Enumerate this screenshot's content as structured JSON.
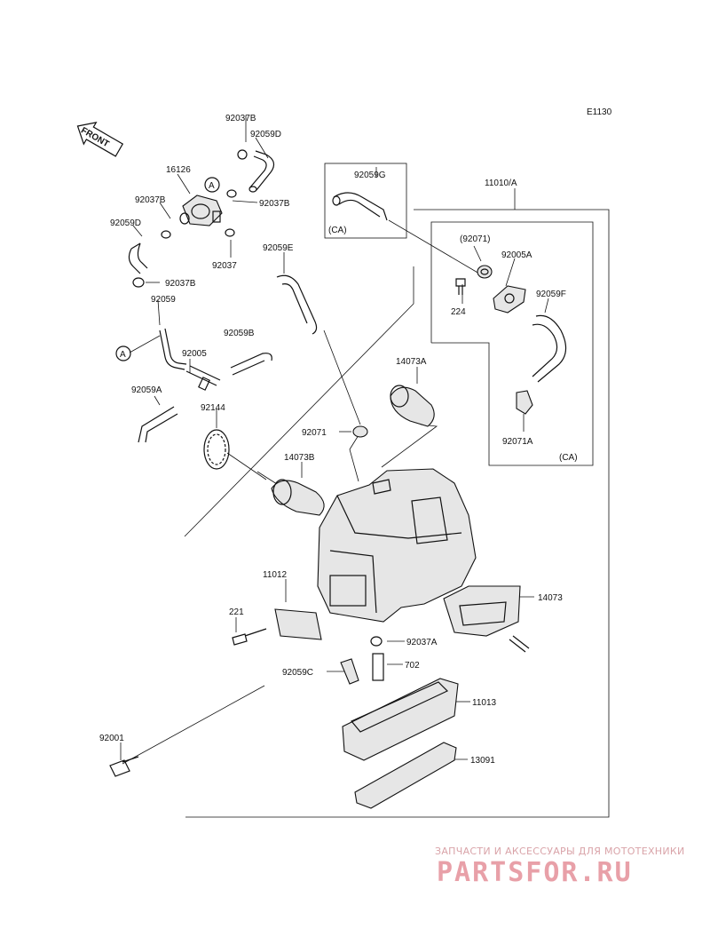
{
  "diagram_code": "E1130",
  "front_arrow": "FRONT",
  "labels": {
    "l_92037B_top": "92037B",
    "l_92059D_top": "92059D",
    "l_16126": "16126",
    "l_A_callout_top": "A",
    "l_92037B_left": "92037B",
    "l_92037B_right": "92037B",
    "l_92059D_left": "92059D",
    "l_92037": "92037",
    "l_92037B_mid": "92037B",
    "l_92059": "92059",
    "l_A_callout_left": "A",
    "l_92005": "92005",
    "l_92059B": "92059B",
    "l_92059A": "92059A",
    "l_92144": "92144",
    "l_92059E": "92059E",
    "l_92059G": "92059G",
    "l_CA_box": "(CA)",
    "l_11010A": "11010/A",
    "l_92071_paren": "(92071)",
    "l_92005A": "92005A",
    "l_224": "224",
    "l_92059F": "92059F",
    "l_92071A": "92071A",
    "l_CA_inner": "(CA)",
    "l_14073A": "14073A",
    "l_92071": "92071",
    "l_14073B": "14073B",
    "l_11012": "11012",
    "l_221": "221",
    "l_14073": "14073",
    "l_92037A": "92037A",
    "l_702": "702",
    "l_92059C": "92059C",
    "l_11013": "11013",
    "l_92001": "92001",
    "l_13091": "13091"
  },
  "watermark": {
    "line1": "ЗАПЧАСТИ И АКСЕССУАРЫ ДЛЯ МОТОТЕХНИКИ",
    "line2": "PARTSFOR.RU"
  }
}
